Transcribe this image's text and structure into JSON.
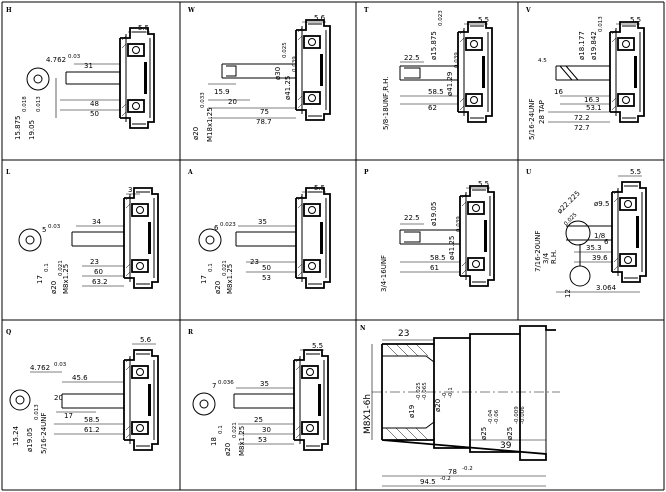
{
  "panels": {
    "H": {
      "code": "H",
      "dims": [
        "5.5",
        "4.762",
        "0.03",
        "31",
        "15.875",
        "0.018",
        "19.05",
        "0.013",
        "48",
        "50"
      ]
    },
    "W": {
      "code": "W",
      "dims": [
        "5.6",
        "15.9",
        "20",
        "75",
        "78.7",
        "ø20",
        "0.033",
        "M18x1.25",
        "ø41.25",
        "0.039",
        "ø30",
        "0.025"
      ]
    },
    "T": {
      "code": "T",
      "dims": [
        "5.5",
        "22.5",
        "ø15.875",
        "0.023",
        "58.5",
        "62",
        "5/8-18UNF,R.H.",
        "ø41.29",
        "0.039"
      ]
    },
    "V": {
      "code": "V",
      "dims": [
        "5.5",
        "ø18.177",
        "ø19.842",
        "0.013",
        "4.5",
        "16",
        "16.3",
        "53.1",
        "72.2",
        "72.7",
        "5/16-24UNF",
        "28 TAP"
      ]
    },
    "L": {
      "code": "L",
      "dims": [
        "3",
        "5",
        "0.03",
        "34",
        "17",
        "0.1",
        "ø20",
        "0.021",
        "M8x1.25",
        "23",
        "60",
        "63.2"
      ]
    },
    "A": {
      "code": "A",
      "dims": [
        "5.5",
        "6",
        "0.023",
        "35",
        "17",
        "0.1",
        "ø20",
        "0.021",
        "M8x1.25",
        "23",
        "50",
        "53"
      ]
    },
    "P": {
      "code": "P",
      "dims": [
        "5.5",
        "22.5",
        "ø19.05",
        "58.5",
        "61",
        "3/4-16UNF",
        "ø41.25",
        "0.039"
      ]
    },
    "U": {
      "code": "U",
      "dims": [
        "5.5",
        "ø9.5",
        "ø22.225",
        "0.025",
        "7/16-20UNF",
        "3/4",
        "R.H.",
        "1/8",
        "6",
        "35.3",
        "39.6",
        "3.064",
        "12"
      ]
    },
    "Q": {
      "code": "Q",
      "dims": [
        "5.6",
        "4.762",
        "0.03",
        "45.6",
        "20",
        "17",
        "58.5",
        "61.2",
        "15.24",
        "ø19.05",
        "0.013",
        "5/16-24UNF"
      ]
    },
    "R": {
      "code": "R",
      "dims": [
        "5.5",
        "7",
        "0.036",
        "35",
        "18",
        "0.1",
        "ø20",
        "0.021",
        "M8x1.25",
        "25",
        "30",
        "53"
      ]
    },
    "N": {
      "code": "N",
      "dims": [
        "23",
        "M8X1-6h",
        "ø19",
        "-0.025",
        "-0.065",
        "ø20",
        "-0",
        "-0.1",
        "ø25",
        "-0.04",
        "-0.06",
        "ø25",
        "-0.009",
        "-0.006",
        "39",
        "78",
        "-0.2",
        "94.5",
        "-0.2"
      ]
    }
  }
}
